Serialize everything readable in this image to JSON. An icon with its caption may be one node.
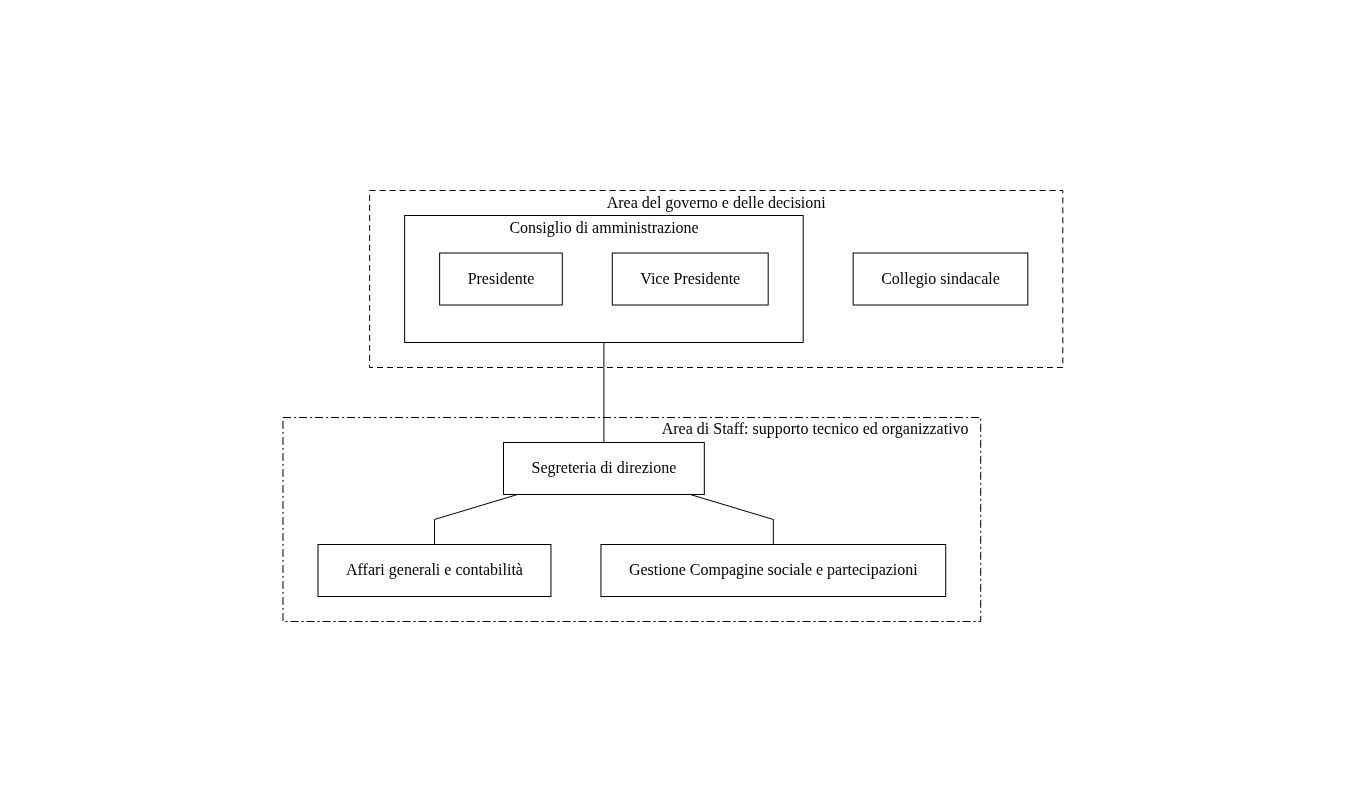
{
  "diagram": {
    "nodes": [
      {
        "text": [
          "Area del governo e delle decisioni"
        ]
      },
      {
        "text": [
          "Consiglio di amministrazione"
        ],
        "in": 0
      },
      {
        "text": [
          "Presidente"
        ],
        "in": 1
      },
      {
        "text": [
          "Vice Presidente"
        ],
        "in": 1
      },
      {
        "text": [
          "Collegio sindacale"
        ],
        "in": 0
      },
      {
        "text": [
          "Area di Staff: supporto tecnico ed organizzativo"
        ]
      },
      {
        "text": [
          "Segreteria di direzione"
        ],
        "in": 5
      },
      {
        "text": [
          "Affari generali e contabilità"
        ],
        "in": 5
      },
      {
        "text": [
          "Gestione Compagine sociale e partecipazioni"
        ],
        "in": 5
      }
    ],
    "edges": [
      {
        "from": 1,
        "to": 6,
        "arrow": "none"
      },
      {
        "from": 6,
        "to": 7,
        "arrow": "none"
      },
      {
        "from": 6,
        "to": 8,
        "arrow": "none"
      }
    ]
  }
}
